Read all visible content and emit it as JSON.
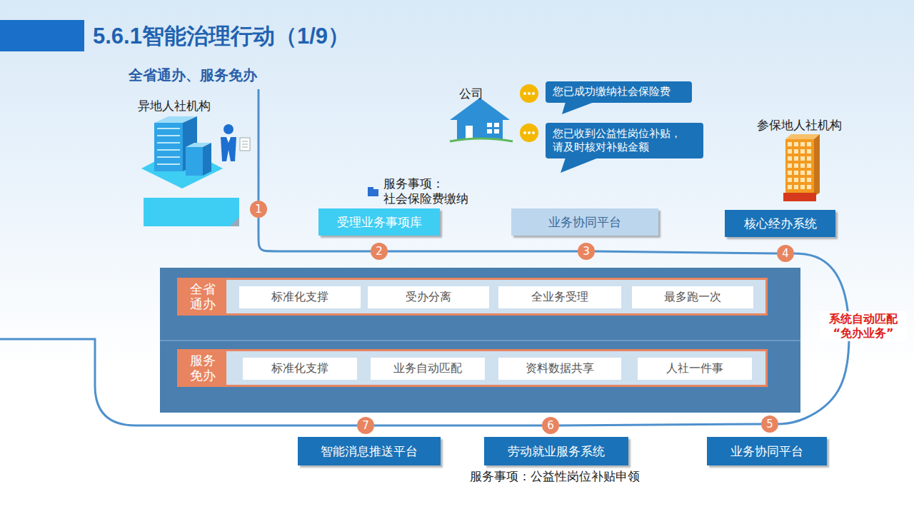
{
  "diagram": {
    "title": "5.6.1智能治理行动（1/9）",
    "nodes": [
      {
        "text": [
          "受理业务事项库"
        ]
      },
      {
        "text": [
          "您已成功缴纳社会保险费"
        ]
      },
      {
        "text": [
          "您已收到公益性岗位补贴，请及时核对补贴金额"
        ]
      },
      {
        "text": [
          "业务协同平台"
        ]
      },
      {
        "text": [
          "核心经办系统"
        ]
      },
      {
        "text": [
          "1"
        ]
      },
      {
        "text": [
          "2"
        ]
      },
      {
        "text": [
          "3"
        ]
      },
      {
        "text": [
          "4"
        ]
      },
      {
        "text": [
          "全省通办"
        ]
      },
      {
        "text": [
          "标准化支撑"
        ],
        "in": 9
      },
      {
        "text": [
          "受办分离"
        ],
        "in": 9
      },
      {
        "text": [
          "全业务受理"
        ],
        "in": 9
      },
      {
        "text": [
          "最多跑一次"
        ],
        "in": 9
      },
      {
        "text": [
          "服务免办"
        ]
      },
      {
        "text": [
          "标准化支撑"
        ],
        "in": 14
      },
      {
        "text": [
          "业务自动匹配"
        ],
        "in": 14
      },
      {
        "text": [
          "资料数据共享"
        ],
        "in": 14
      },
      {
        "text": [
          "人社一件事"
        ],
        "in": 14
      },
      {
        "text": [
          "5"
        ]
      },
      {
        "text": [
          "6"
        ]
      },
      {
        "text": [
          "7"
        ]
      },
      {
        "text": [
          "智能消息推送平台"
        ]
      },
      {
        "text": [
          "劳动就业服务系统"
        ]
      },
      {
        "text": [
          "业务协同平台"
        ]
      }
    ],
    "edges": [
      {
        "from": 5,
        "to": 6,
        "arrow": "none"
      },
      {
        "from": 6,
        "to": 7,
        "arrow": "none"
      },
      {
        "from": 7,
        "to": 8,
        "arrow": "none"
      },
      {
        "from": 8,
        "to": 19,
        "arrow": "none"
      },
      {
        "from": 19,
        "to": 20,
        "arrow": "none"
      },
      {
        "from": 20,
        "to": 21,
        "arrow": "none"
      }
    ],
    "labels": [
      "全省通办、服务免办",
      "异地人社机构",
      "公司",
      "参保地人社机构",
      "服务事项： 社会保险费缴纳",
      "服务事项：公益性岗位补贴申领",
      "系统自动匹配 “免办业务”"
    ]
  }
}
